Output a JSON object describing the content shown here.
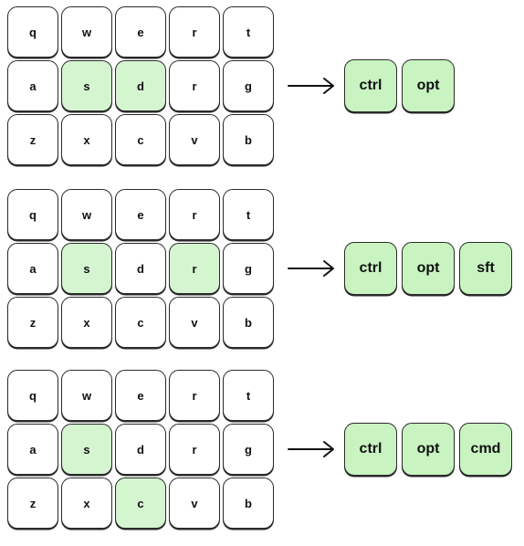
{
  "colors": {
    "highlight": "#d5f5d1",
    "modifier": "#c9f4c1",
    "border": "#2a2a2a"
  },
  "groups": [
    {
      "keys": [
        [
          "q",
          "w",
          "e",
          "r",
          "t"
        ],
        [
          "a",
          "s",
          "d",
          "r",
          "g"
        ],
        [
          "z",
          "x",
          "c",
          "v",
          "b"
        ]
      ],
      "highlighted": [
        [
          1,
          1
        ],
        [
          1,
          2
        ]
      ],
      "modifiers": [
        "ctrl",
        "opt"
      ]
    },
    {
      "keys": [
        [
          "q",
          "w",
          "e",
          "r",
          "t"
        ],
        [
          "a",
          "s",
          "d",
          "r",
          "g"
        ],
        [
          "z",
          "x",
          "c",
          "v",
          "b"
        ]
      ],
      "highlighted": [
        [
          1,
          1
        ],
        [
          1,
          3
        ]
      ],
      "modifiers": [
        "ctrl",
        "opt",
        "sft"
      ]
    },
    {
      "keys": [
        [
          "q",
          "w",
          "e",
          "r",
          "t"
        ],
        [
          "a",
          "s",
          "d",
          "r",
          "g"
        ],
        [
          "z",
          "x",
          "c",
          "v",
          "b"
        ]
      ],
      "highlighted": [
        [
          1,
          1
        ],
        [
          2,
          2
        ]
      ],
      "modifiers": [
        "ctrl",
        "opt",
        "cmd"
      ]
    }
  ]
}
